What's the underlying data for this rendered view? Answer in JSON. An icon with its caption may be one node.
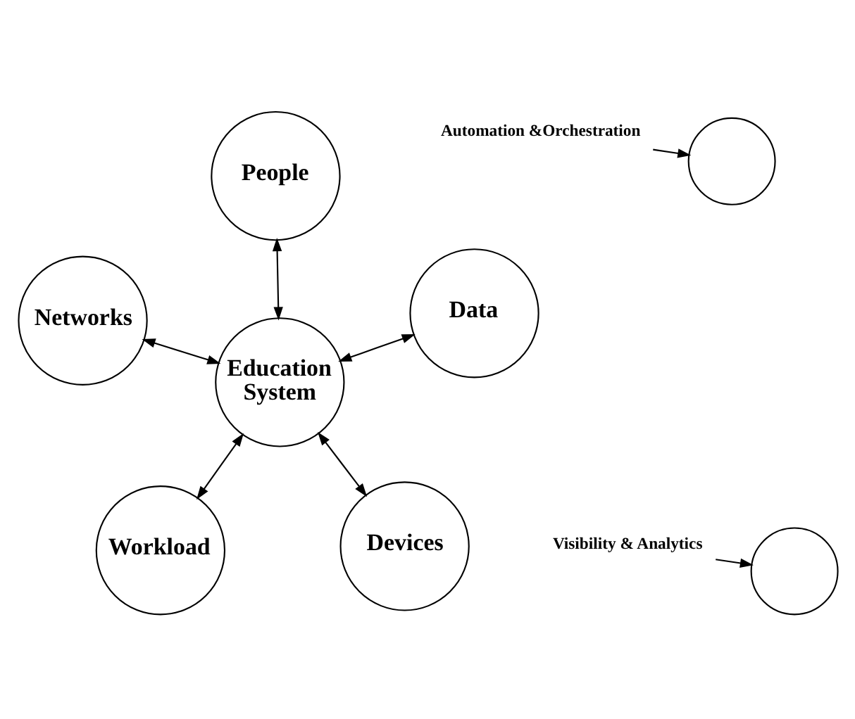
{
  "diagram": {
    "nodes": [
      {
        "text": [
          "Workload"
        ]
      },
      {
        "text": [
          "Devices"
        ]
      },
      {
        "text": [
          "Education System"
        ]
      },
      {
        "text": [
          "People"
        ]
      },
      {
        "text": [
          "Data"
        ]
      },
      {
        "text": [
          "Networks"
        ]
      },
      {
        "text": [
          "Automation &Orchestration"
        ]
      },
      {
        "text": [
          "Visibility & Analytics"
        ]
      },
      {
        "text": [],
        "shape": "circle"
      },
      {
        "text": [],
        "shape": "circle"
      }
    ],
    "edges": [
      {
        "from": 2,
        "to": 0,
        "arrow": "both"
      },
      {
        "from": 2,
        "to": 1,
        "arrow": "both"
      },
      {
        "from": 2,
        "to": 3,
        "arrow": "both"
      },
      {
        "from": 2,
        "to": 4,
        "arrow": "both"
      },
      {
        "from": 2,
        "to": 5,
        "arrow": "both"
      },
      {
        "from": 6,
        "to": 8,
        "arrow": "to"
      },
      {
        "from": 7,
        "to": 9,
        "arrow": "to"
      }
    ]
  }
}
